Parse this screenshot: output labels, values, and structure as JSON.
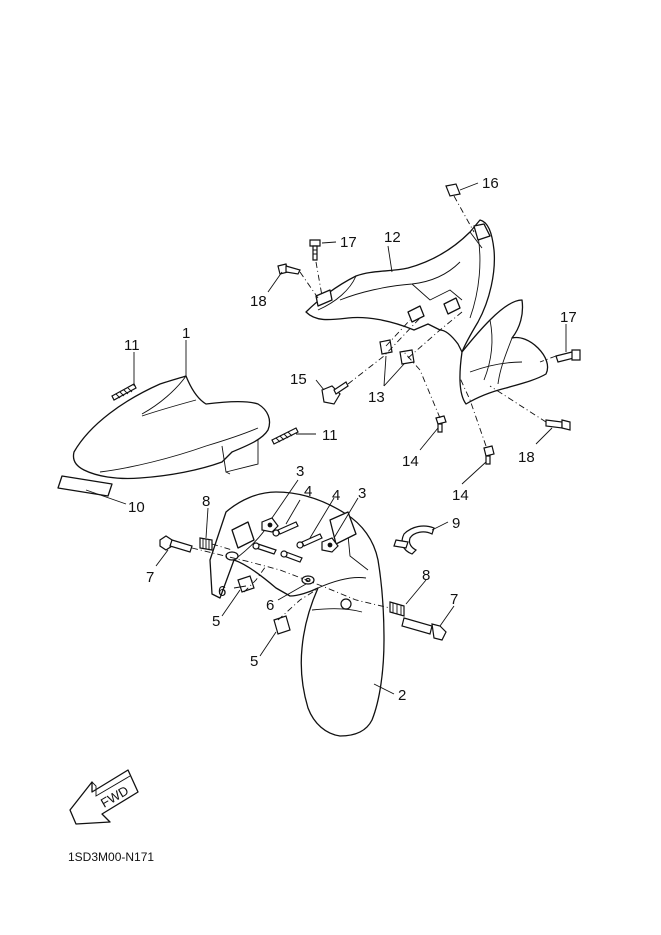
{
  "diagram": {
    "code": "1SD3M00-N171",
    "fwd_text": "FWD",
    "callouts": {
      "c1": "1",
      "c2": "2",
      "c3a": "3",
      "c3b": "3",
      "c4a": "4",
      "c4b": "4",
      "c5a": "5",
      "c5b": "5",
      "c6a": "6",
      "c6b": "6",
      "c7a": "7",
      "c7b": "7",
      "c8a": "8",
      "c8b": "8",
      "c9": "9",
      "c10": "10",
      "c11a": "11",
      "c11b": "11",
      "c12": "12",
      "c13": "13",
      "c14a": "14",
      "c14b": "14",
      "c15": "15",
      "c16": "16",
      "c17a": "17",
      "c17b": "17",
      "c18a": "18",
      "c18b": "18"
    }
  }
}
